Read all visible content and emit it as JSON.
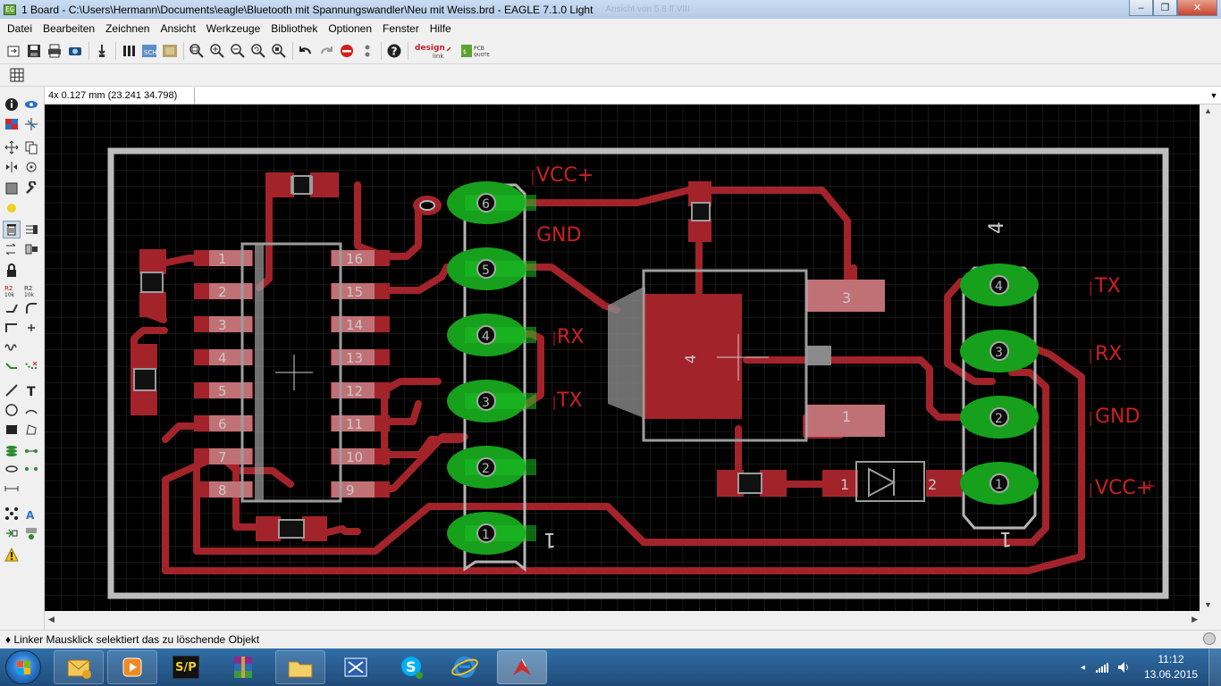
{
  "window": {
    "title": "1 Board - C:\\Users\\Hermann\\Documents\\eagle\\Bluetooth mit Spannungswandler\\Neu mit Weiss.brd - EAGLE 7.1.0 Light",
    "ghost_title": "Ansicht von 5.8 ff.VIII",
    "app_icon_label": "EG",
    "buttons": {
      "minimize": "‒",
      "maximize": "❐",
      "close": "✕"
    }
  },
  "menu": {
    "items": [
      "Datei",
      "Bearbeiten",
      "Zeichnen",
      "Ansicht",
      "Werkzeuge",
      "Bibliothek",
      "Optionen",
      "Fenster",
      "Hilfe"
    ]
  },
  "toolbar": {
    "logos": {
      "design_link": "design link",
      "pcb_quote": "PCB QUOTE"
    }
  },
  "coordbar": {
    "coordinates": "4x 0.127 mm (23.241 34.798)",
    "command_value": ""
  },
  "board": {
    "colors": {
      "background": "#000000",
      "grid": "#2b2b2b",
      "copper": "#a3232b",
      "pad_ring": "#b4b4b4",
      "pad": "#16a01b",
      "outline": "#bdbdbd",
      "label": "#cc2020",
      "silkscreen": "#9c9c9c"
    },
    "labels": {
      "vcc_mid": "VCC+",
      "gnd_mid": "GND",
      "rx_mid": "RX",
      "tx_mid": "TX",
      "tx_right": "TX",
      "rx_right": "RX",
      "gnd_right": "GND",
      "vcc_right": "VCC+",
      "header_mid_first": "1",
      "header_right_first": "1",
      "header_right_last": "4",
      "regulator_ref": "4",
      "regulator_pin3": "3",
      "regulator_pin1": "1",
      "diode_pin1": "1",
      "diode_pin2": "2"
    },
    "ic_left_pins": [
      "1",
      "2",
      "3",
      "4",
      "5",
      "6",
      "7",
      "8"
    ],
    "ic_right_pins": [
      "16",
      "15",
      "14",
      "13",
      "12",
      "11",
      "10",
      "9"
    ],
    "header_mid_pins": [
      "6",
      "5",
      "4",
      "3",
      "2",
      "1"
    ],
    "header_right_pins": [
      "4",
      "3",
      "2",
      "1"
    ]
  },
  "status": {
    "message": "♦ Linker Mausklick selektiert das zu löschende Objekt"
  },
  "taskbar": {
    "time": "11:12",
    "date": "13.06.2015",
    "tray_arrow": "◂",
    "apps": [
      "outlook",
      "media-player",
      "sp",
      "winrar",
      "explorer",
      "kvm",
      "skype",
      "internet-explorer",
      "eagle"
    ],
    "sp_label": "S/P"
  }
}
